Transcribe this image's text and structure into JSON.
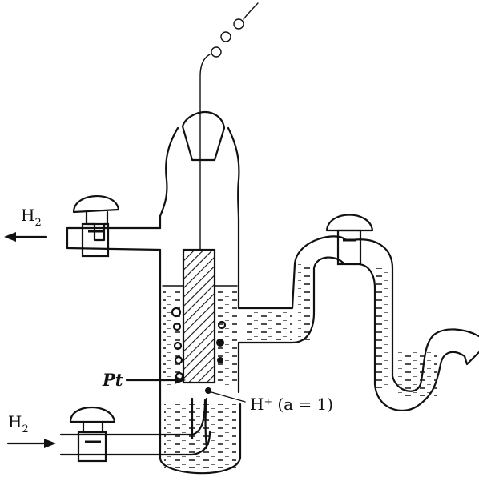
{
  "labels": {
    "h2_outlet": "H",
    "h2_outlet_sub": "2",
    "h2_inlet": "H",
    "h2_inlet_sub": "2",
    "electrode": "Pt",
    "solution": "H⁺ (a = 1)"
  },
  "colors": {
    "ink": "#111111",
    "liquid": "#ffffff",
    "background": "#ffffff"
  },
  "icons": [
    "stopcock-icon",
    "arrow-left-icon",
    "arrow-right-icon",
    "gas-bubble-icon",
    "coiled-wire-icon"
  ]
}
